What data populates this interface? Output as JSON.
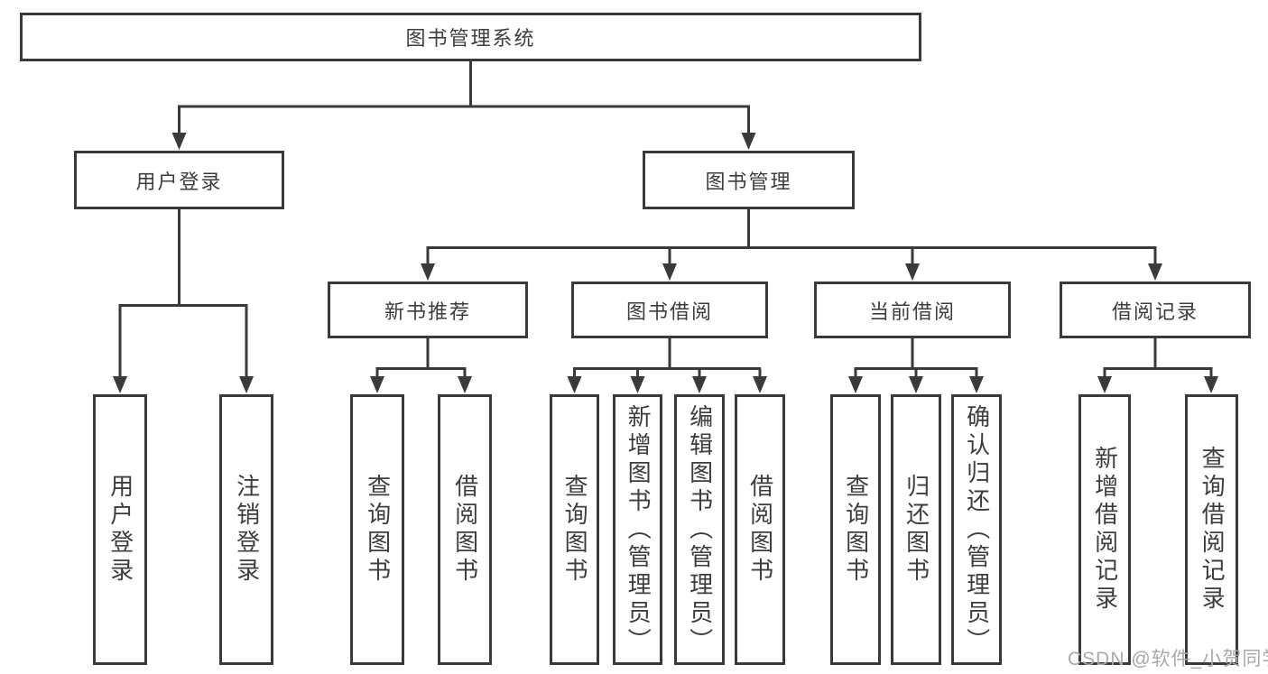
{
  "diagram": {
    "root": {
      "label": "图书管理系统"
    },
    "branches": [
      {
        "label": "用户登录",
        "children": [
          {
            "label": "用户登录"
          },
          {
            "label": "注销登录"
          }
        ]
      },
      {
        "label": "图书管理",
        "sections": [
          {
            "label": "新书推荐",
            "children": [
              {
                "label": "查询图书"
              },
              {
                "label": "借阅图书"
              }
            ]
          },
          {
            "label": "图书借阅",
            "children": [
              {
                "label": "查询图书"
              },
              {
                "label": "新增图书（管理员）"
              },
              {
                "label": "编辑图书（管理员）"
              },
              {
                "label": "借阅图书"
              }
            ]
          },
          {
            "label": "当前借阅",
            "children": [
              {
                "label": "查询图书"
              },
              {
                "label": "归还图书"
              },
              {
                "label": "确认归还（管理员）"
              }
            ]
          },
          {
            "label": "借阅记录",
            "children": [
              {
                "label": "新增借阅记录"
              },
              {
                "label": "查询借阅记录"
              }
            ]
          }
        ]
      }
    ]
  },
  "watermark": {
    "text": "CSDN @软件_小贺同学"
  },
  "colors": {
    "line": "#3a3a3a",
    "text": "#3d3d3d",
    "watermark": "#a9a9a9",
    "background": "#ffffff"
  }
}
